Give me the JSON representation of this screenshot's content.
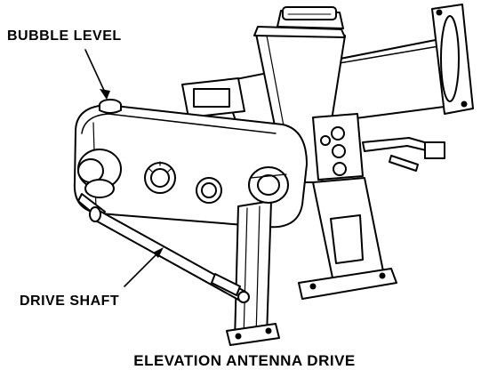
{
  "figure": {
    "caption": "ELEVATION ANTENNA DRIVE",
    "callouts": {
      "bubble_level": "BUBBLE LEVEL",
      "drive_shaft": "DRIVE SHAFT"
    },
    "colors": {
      "ink": "#000000",
      "paper": "#ffffff"
    }
  }
}
